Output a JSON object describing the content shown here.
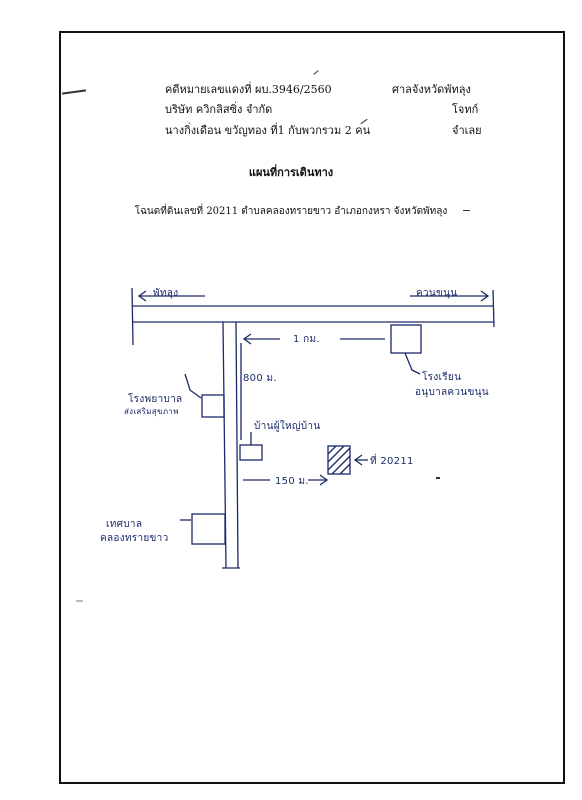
{
  "header": {
    "case_number": "คดีหมายเลขแดงที่ ผบ.3946/2560",
    "court": "ศาลจังหวัดพัทลุง",
    "plaintiff": "บริษัท ควิกลิสซิ่ง จำกัด",
    "plaintiff_role": "โจทก์",
    "defendant": "นางกิ่งเดือน ขวัญทอง ที่1 กับพวกรวม 2 คน",
    "defendant_role": "จำเลย"
  },
  "title": "แผนที่การเดินทาง",
  "subtitle": "โฉนดที่ดินเลขที่ 20211 ตำบลคลองทรายขาว อำเภอกงหรา จังหวัดพัทลุง",
  "map_labels": {
    "left_destination": "พัทลุง",
    "right_destination": "ควนขนุน",
    "distance_main": "1 กม.",
    "distance_side": "800 ม.",
    "distance_plot": "150 ม.",
    "hospital": "โรงพยาบาล",
    "hospital_sub": "ส่งเสริมสุขภาพ",
    "school": "โรงเรียน",
    "school_sub": "อนุบาลควนขนุน",
    "house": "บ้านผู้ใหญ่บ้าน",
    "plot": "ที่ 20211",
    "municipality": "เทศบาล",
    "municipality_sub": "คลองทรายขาว"
  }
}
